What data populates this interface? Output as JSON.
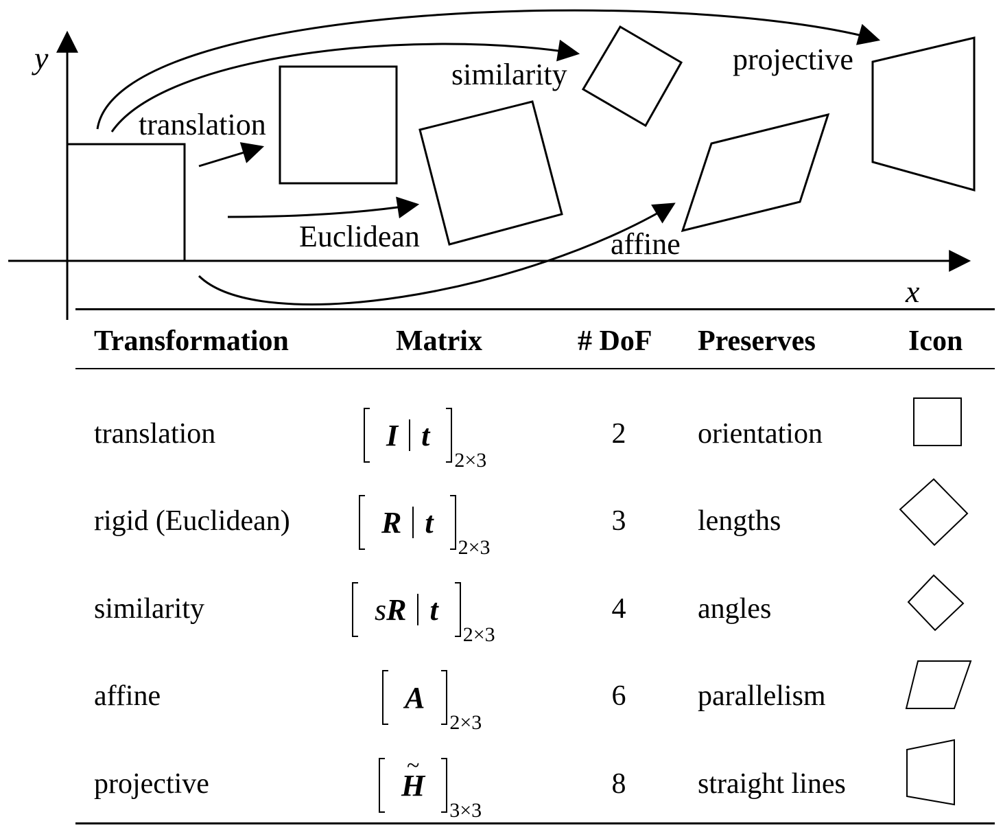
{
  "diagram": {
    "axis_x_label": "x",
    "axis_y_label": "y",
    "arrow_labels": {
      "translation": "translation",
      "euclidean": "Euclidean",
      "similarity": "similarity",
      "affine": "affine",
      "projective": "projective"
    }
  },
  "table": {
    "headers": {
      "transformation": "Transformation",
      "matrix": "Matrix",
      "dof": "# DoF",
      "preserves": "Preserves",
      "icon": "Icon"
    },
    "rows": [
      {
        "name": "translation",
        "matrix_symbol_scalar": "",
        "matrix_symbol": "I",
        "matrix_t": "t",
        "matrix_size": "2×3",
        "dof": "2",
        "preserves": "orientation",
        "icon": "square-icon"
      },
      {
        "name": "rigid (Euclidean)",
        "matrix_symbol_scalar": "",
        "matrix_symbol": "R",
        "matrix_t": "t",
        "matrix_size": "2×3",
        "dof": "3",
        "preserves": "lengths",
        "icon": "rotated-square-icon"
      },
      {
        "name": "similarity",
        "matrix_symbol_scalar": "s",
        "matrix_symbol": "R",
        "matrix_t": "t",
        "matrix_size": "2×3",
        "dof": "4",
        "preserves": "angles",
        "icon": "scaled-rotated-square-icon"
      },
      {
        "name": "affine",
        "matrix_symbol_scalar": "",
        "matrix_symbol": "A",
        "matrix_t": "",
        "matrix_size": "2×3",
        "dof": "6",
        "preserves": "parallelism",
        "icon": "parallelogram-icon"
      },
      {
        "name": "projective",
        "matrix_symbol_scalar": "",
        "matrix_symbol": "H",
        "matrix_t": "",
        "matrix_size": "3×3",
        "dof": "8",
        "preserves": "straight lines",
        "icon": "trapezoid-icon"
      }
    ]
  }
}
